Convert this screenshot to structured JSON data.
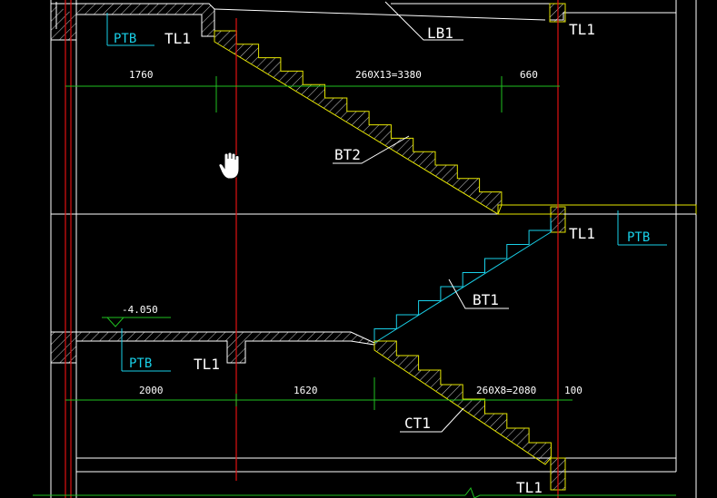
{
  "labels": {
    "tl1_top_left": "TL1",
    "tl1_top_right": "TL1",
    "tl1_mid_right": "TL1",
    "tl1_low_left": "TL1",
    "tl1_bottom": "TL1",
    "lb1": "LB1",
    "bt2": "BT2",
    "bt1": "BT1",
    "ct1": "CT1"
  },
  "ptb": {
    "top": "PTB",
    "right": "PTB",
    "low": "PTB"
  },
  "elevation": "-4.050",
  "dimensions": {
    "upper": [
      "1760",
      "260X13=3380",
      "660"
    ],
    "lower": [
      "2000",
      "1620",
      "260X8=2080",
      "100"
    ]
  },
  "colors": {
    "background": "#000000",
    "structure": "#ffffff",
    "stair": "#e6e600",
    "axis": "#e01010",
    "dimension": "#20c020",
    "annotation": "#19d0e8"
  },
  "cursor_icon": "hand-pan-icon"
}
